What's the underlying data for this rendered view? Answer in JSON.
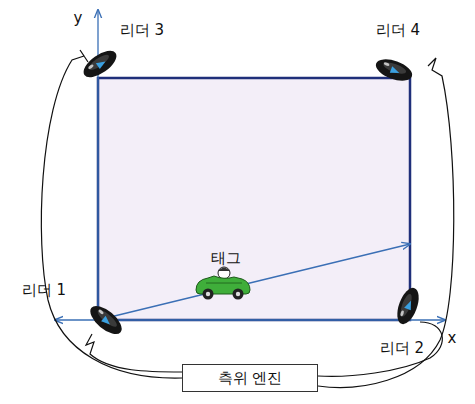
{
  "diagram": {
    "nodes": [
      {
        "text": [
          "측위 엔진"
        ]
      }
    ],
    "labels": [
      "y",
      "리더 3",
      "리더 4",
      "태그",
      "리더 1",
      "x",
      "리더 2"
    ]
  }
}
